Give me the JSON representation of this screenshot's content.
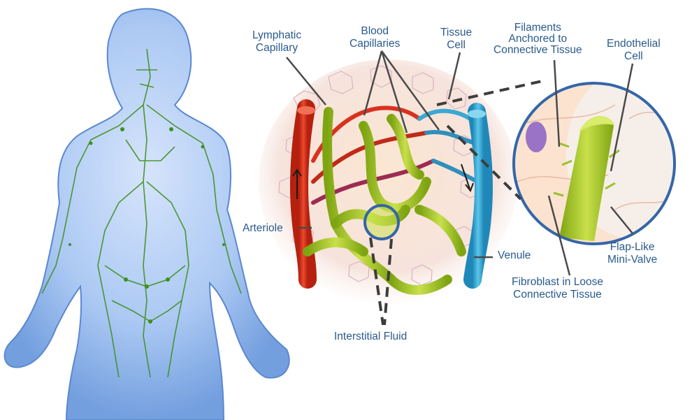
{
  "labels": {
    "lymphatic_capillary": [
      "Lymphatic",
      "Capillary"
    ],
    "blood_capillaries": [
      "Blood",
      "Capillaries"
    ],
    "tissue_cell": [
      "Tissue",
      "Cell"
    ],
    "filaments": [
      "Filaments",
      "Anchored to",
      "Connective Tissue"
    ],
    "endothelial_cell": [
      "Endothelial",
      "Cell"
    ],
    "arteriole": "Arteriole",
    "venule": "Venule",
    "flap_valve": [
      "Flap-Like",
      "Mini-Valve"
    ],
    "fibroblast": [
      "Fibroblast in Loose",
      "Connective Tissue"
    ],
    "interstitial_fluid": "Interstitial Fluid"
  },
  "colors": {
    "label_text": "#2a5a8c",
    "leader_line": "#4a4a4a",
    "body_blue": "#5b8fd9",
    "lymph_green": "#3f8f1e",
    "lymph_vessel": "#b7d334",
    "arteriole_red": "#d8321e",
    "venule_blue": "#3aa8d2",
    "magnifier_ring": "#3566a8",
    "fibroblast_purple": "#9a72c6"
  },
  "icons": [
    "female-body-figure",
    "magnifier-circle",
    "flow-arrow"
  ]
}
